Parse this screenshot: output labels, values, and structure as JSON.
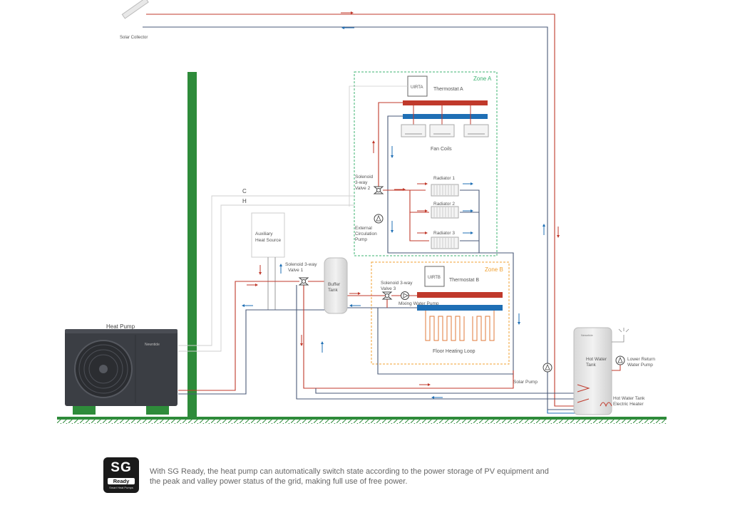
{
  "labels": {
    "solar_collector": "Solar Collector",
    "zone_a": "Zone A",
    "zone_b": "Zone B",
    "uirta": "UIRTA",
    "thermostat_a": "Thermostat  A",
    "uirtb": "UIRTB",
    "thermostat_b": "Thermostat B",
    "fan_coils": "Fan Coils",
    "valve2_l1": "Solenoid",
    "valve2_l2": "3-way",
    "valve2_l3": "Valve 2",
    "radiator_1": "Radiator 1",
    "radiator_2": "Radiator 2",
    "radiator_3": "Radiator 3",
    "ext_pump_l1": "External",
    "ext_pump_l2": "Circulation",
    "ext_pump_l3": "Pump",
    "wire_c": "C",
    "wire_h": "H",
    "aux_l1": "Auxiliary",
    "aux_l2": "Heat Source",
    "valve1_l1": "Solenoid 3-way",
    "valve1_l2": "Valve 1",
    "buffer_l1": "Buffer",
    "buffer_l2": "Tank",
    "valve3_l1": "Solenoid 3-way",
    "valve3_l2": "Valve 3",
    "mixing_pump": "Mixing Water Pump",
    "floor_loop": "Floor Heating Loop",
    "heat_pump": "Heat Pump",
    "hp_brand": "Newntide",
    "tank_brand": "Newntide",
    "solar_pump": "Solar Pump",
    "hwt_l1": "Hot Water",
    "hwt_l2": "Tank",
    "lower_return_l1": "Lower Return",
    "lower_return_l2": "Water Pump",
    "heater_l1": "Hot Water Tank",
    "heater_l2": "Electric Heater"
  },
  "footer": {
    "badge_main": "SG",
    "badge_ready": "Ready",
    "badge_sub": "Smart Heat Pumps",
    "line1": "With SG Ready, the heat pump can automatically switch state according to the power storage of PV equipment and",
    "line2": "the peak and valley power status of the grid, making full use of free power."
  },
  "colors": {
    "hot": "#c0392b",
    "cold": "#1f6fb5",
    "pipe_grey": "#4a5a78",
    "ground": "#2e8b3a",
    "zone_a": "#3cb371",
    "zone_b": "#f0a030"
  }
}
